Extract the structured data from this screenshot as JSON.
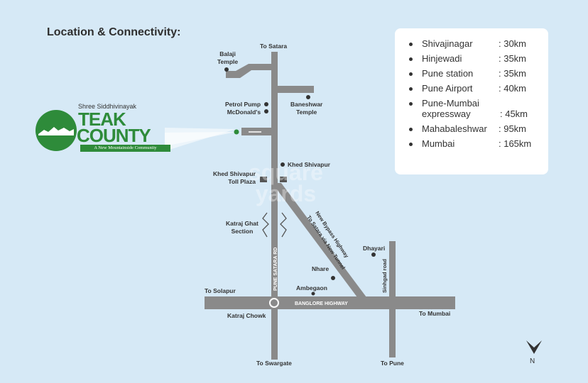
{
  "title": "Location & Connectivity:",
  "project": {
    "developer": "Shree Siddhivinayak",
    "name_line1": "TEAK",
    "name_line2": "COUNTY",
    "tagline": "A New Mountainside Community"
  },
  "distances": [
    {
      "place": "Shivajinagar",
      "distance": ": 30km"
    },
    {
      "place": "Hinjewadi",
      "distance": ": 35km"
    },
    {
      "place": "Pune station",
      "distance": ": 35km"
    },
    {
      "place": "Pune Airport",
      "distance": ": 40km"
    },
    {
      "place": "Pune-Mumbai expressway",
      "distance": ": 45km"
    },
    {
      "place": "Mahabaleshwar",
      "distance": ": 95km"
    },
    {
      "place": "Mumbai",
      "distance": ": 165km"
    }
  ],
  "map_labels": {
    "to_satara": "To Satara",
    "balaji_temple": "Balaji\nTemple",
    "petrol_pump": "Petrol Pump\nMcDonald's",
    "baneshwar_temple": "Baneshwar\nTemple",
    "khed_shivapur": "Khed Shivapur",
    "toll_plaza": "Khed Shivapur\nToll Plaza",
    "katraj_ghat": "Katraj Ghat\nSection",
    "dhayari": "Dhayari",
    "nhare": "Nhare",
    "ambegaon": "Ambegaon",
    "to_solapur": "To Solapur",
    "katraj_chowk": "Katraj Chowk",
    "to_mumbai": "To Mumbai",
    "to_swargate": "To Swargate",
    "to_pune": "To Pune",
    "banglore_highway": "BANGLORE HIGHWAY",
    "pune_satara_rd": "PUNE SATARA RD",
    "bypass_line1": "New Bypass Highway",
    "bypass_line2": "To Satara via New Tunnel",
    "sinhgad_road": "Sinhgad road"
  },
  "north_label": "N",
  "watermark": "square\nyards",
  "colors": {
    "background": "#d6e9f6",
    "road": "#8a8a8a",
    "brand_green": "#2e8b3a"
  }
}
